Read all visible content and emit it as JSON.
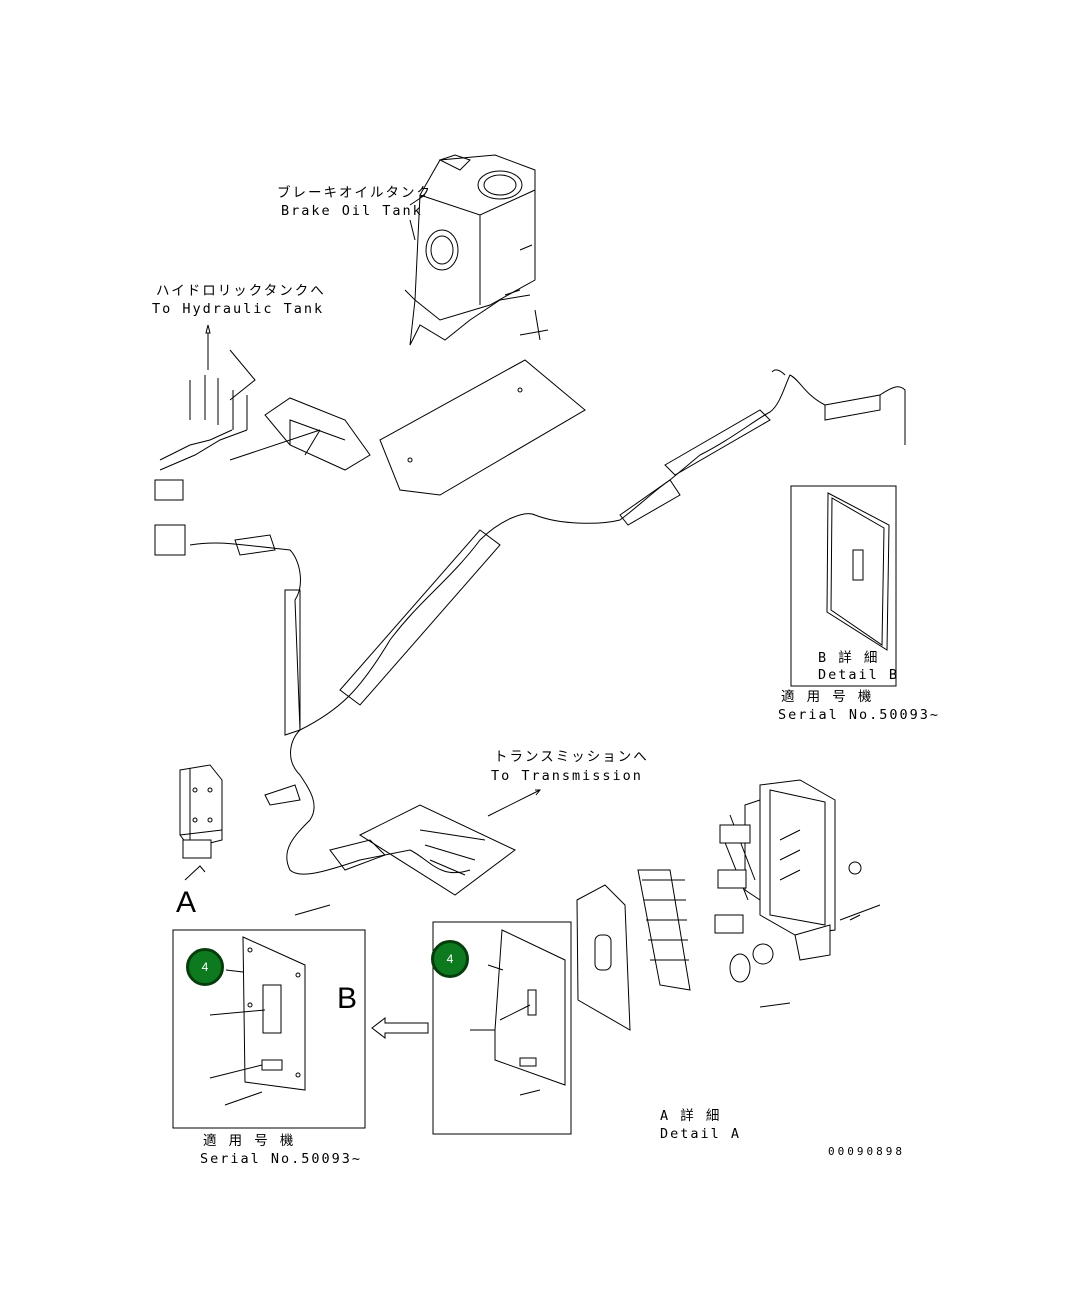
{
  "labels": {
    "brake_tank_jp": "ブレーキオイルタンク",
    "brake_tank_en": "Brake Oil Tank",
    "hyd_tank_jp": "ハイドロリックタンクへ",
    "hyd_tank_en": "To Hydraulic Tank",
    "transmission_jp": "トランスミッションへ",
    "transmission_en": "To Transmission",
    "detail_b_jp": "B 詳 細",
    "detail_b_en": "Detail B",
    "serial_right_jp": "適 用 号 機",
    "serial_right_en": "Serial No.50093~",
    "serial_bottom_jp": "適 用 号 機",
    "serial_bottom_en": "Serial No.50093~",
    "detail_a_jp": "A 詳 細",
    "detail_a_en": "Detail A",
    "drawing_number": "00090898",
    "view_a_letter": "A",
    "view_b_letter": "B"
  },
  "callouts": [
    {
      "number": "4"
    },
    {
      "number": "4"
    }
  ],
  "colors": {
    "badge_fill": "#0e7a1f",
    "badge_border": "#063d0c",
    "line": "#000000",
    "background": "#ffffff"
  }
}
